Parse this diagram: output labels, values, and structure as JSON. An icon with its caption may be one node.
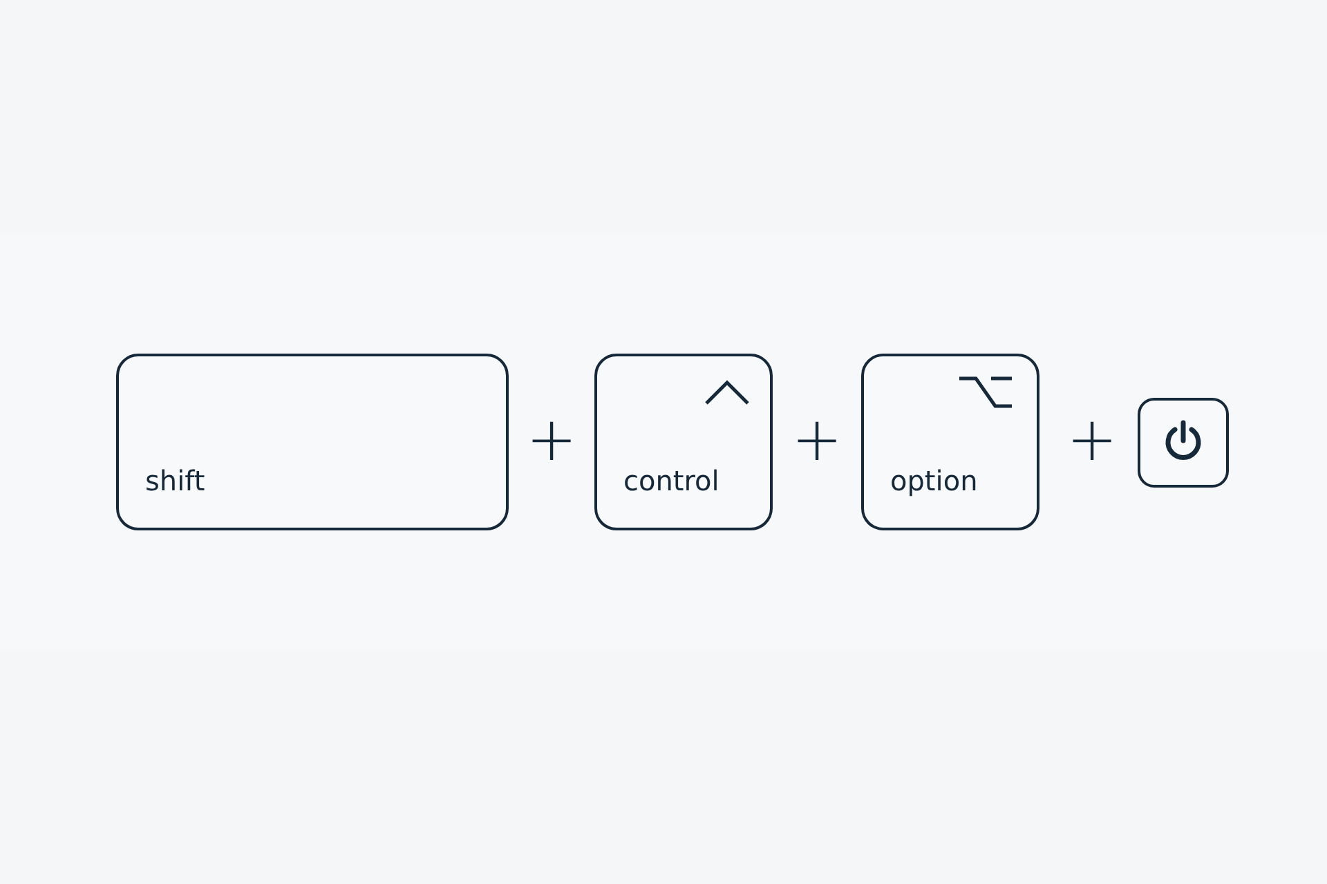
{
  "diagram": {
    "nodes": [
      {
        "text": [
          "shift"
        ]
      },
      {
        "text": [
          "control"
        ]
      },
      {
        "text": [
          "option"
        ]
      },
      {
        "text": [],
        "shape": "box"
      }
    ],
    "labels": [
      "+",
      "+",
      "+"
    ]
  }
}
